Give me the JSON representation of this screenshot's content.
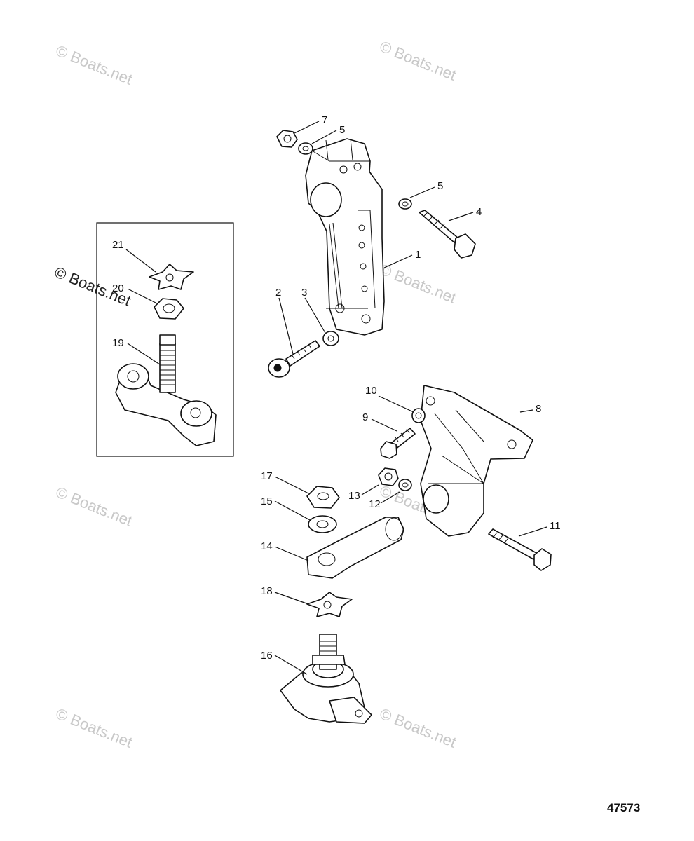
{
  "diagram_number": "47573",
  "watermark_text": "© Boats.net",
  "callouts": [
    "1",
    "2",
    "3",
    "4",
    "5",
    "5",
    "7",
    "8",
    "9",
    "10",
    "11",
    "12",
    "13",
    "14",
    "15",
    "16",
    "17",
    "18",
    "19",
    "20",
    "21"
  ]
}
